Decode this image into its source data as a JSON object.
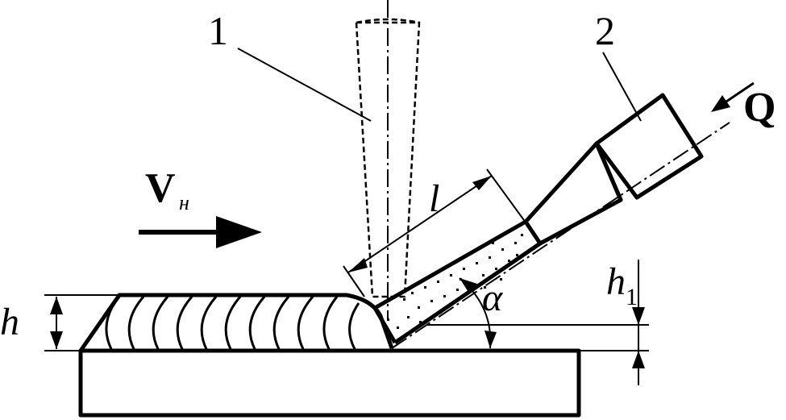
{
  "labels": {
    "electrode": "1",
    "nozzle": "2",
    "flow": "Q",
    "speed_main": "V",
    "speed_sub": "н",
    "length": "l",
    "height": "h",
    "height1_main": "h",
    "height1_sub": "1",
    "angle": "α"
  },
  "colors": {
    "ink": "#000000",
    "background": "#ffffff"
  }
}
